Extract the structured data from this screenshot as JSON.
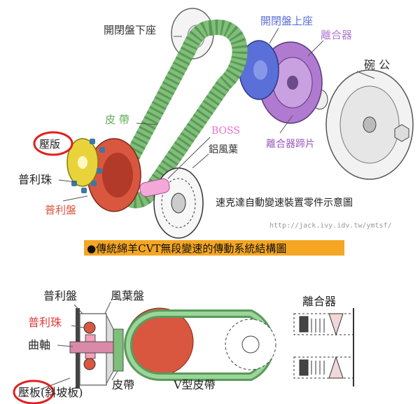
{
  "top": {
    "labels": {
      "driven_lower_seat": "開閉盤下座",
      "driven_upper_seat": "開閉盤上座",
      "clutch": "離合器",
      "bowl": "碗 公",
      "belt": "皮 帶",
      "boss": "BOSS",
      "ramp_plate": "壓版",
      "aluminum_fan": "鋁風葉",
      "clutch_shoe": "離合器蹄片",
      "roller": "普利珠",
      "pulley": "普利盤",
      "caption": "速克達自動變速裝置零件示意圖",
      "url": "http://jack.ivy.idv.tw/ymtsf/"
    },
    "banner": "●傳統綿羊CVT無段變速的傳動系統結構圖"
  },
  "bottom": {
    "labels": {
      "pulley": "普利盤",
      "fan_plate": "風葉盤",
      "roller": "普利珠",
      "crankshaft": "曲軸",
      "belt": "皮帶",
      "v_belt": "V型皮帶",
      "ramp_plate": "壓板(斜坡板)",
      "clutch": "離合器"
    }
  },
  "colors": {
    "belt_green": "#7fbf7a",
    "pulley_red": "#d9573f",
    "seat_blue": "#5a6fd8",
    "clutch_purple": "#b07ad0",
    "ramp_yellow": "#e8d43a",
    "roller_label_red": "#e23b3b",
    "boss_pink": "#e870c8",
    "banner_bg": "#f5a623",
    "circle_red": "#e02020"
  }
}
